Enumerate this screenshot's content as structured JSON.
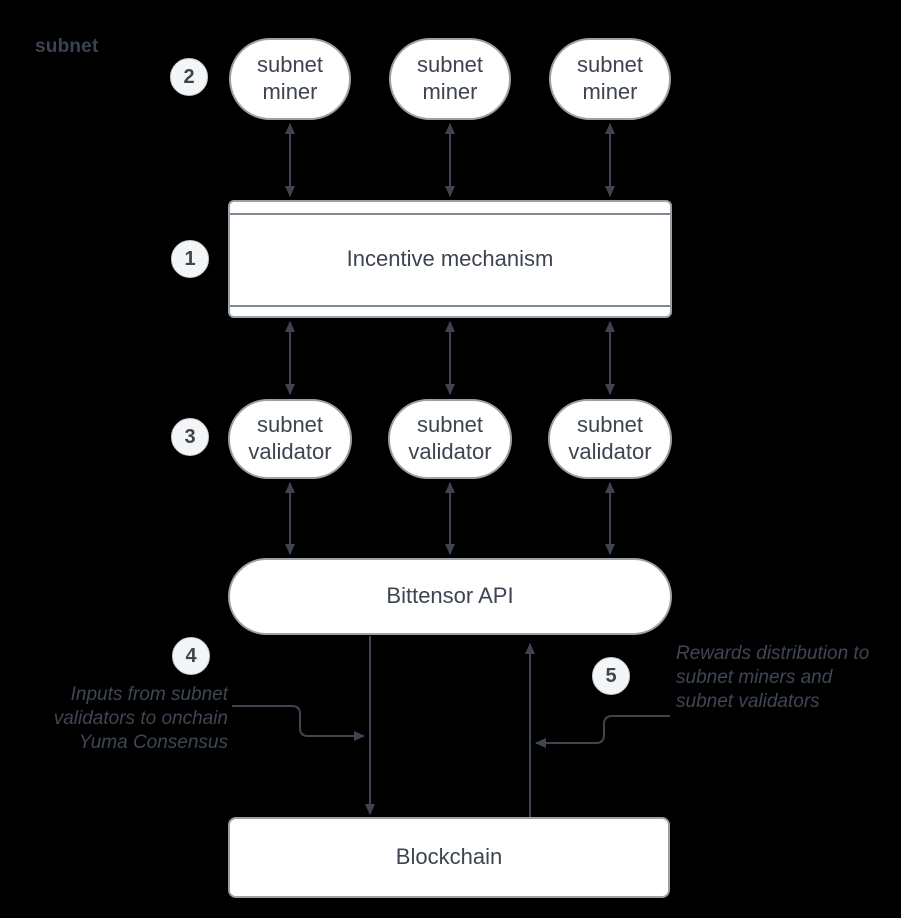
{
  "colors": {
    "background": "#000000",
    "node_fill": "#ffffff",
    "node_border": "#9ba1a9",
    "arrow": "#3e4551",
    "node_text": "#3d4451",
    "badge_fill": "#f4f5f6",
    "annotation_text": "#3f4654",
    "group_label_text": "#3c4350"
  },
  "diagram": {
    "group_label": "subnet",
    "badges": [
      {
        "label": "1"
      },
      {
        "label": "2"
      },
      {
        "label": "3"
      },
      {
        "label": "4"
      },
      {
        "label": "5"
      }
    ],
    "nodes": {
      "miner": {
        "label": "subnet miner"
      },
      "incentive": {
        "label": "Incentive mechanism"
      },
      "validator": {
        "label": "subnet validator"
      },
      "api": {
        "label": "Bittensor API"
      },
      "blockchain": {
        "label": "Blockchain"
      }
    },
    "annotations": {
      "inputs": {
        "text": "Inputs from subnet validators to onchain Yuma Consensus"
      },
      "rewards": {
        "text": "Rewards distribution to subnet miners and subnet validators"
      }
    }
  }
}
